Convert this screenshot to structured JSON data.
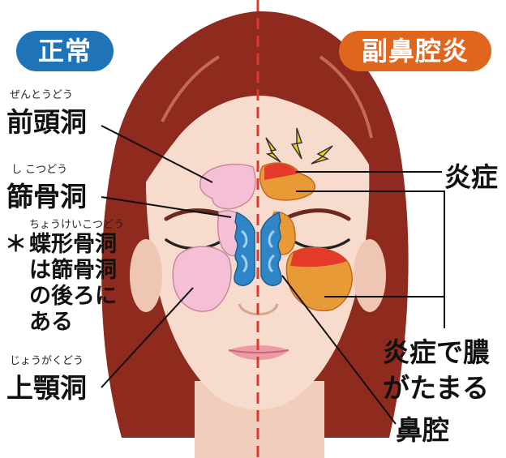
{
  "badges": {
    "normal": "正常",
    "sinusitis": "副鼻腔炎"
  },
  "labels": {
    "frontal_ruby": "ぜんとうどう",
    "frontal": "前頭洞",
    "ethmoid_ruby": "し こつどう",
    "ethmoid": "篩骨洞",
    "sphenoid_ruby": "ちょうけいこつどう",
    "sphenoid_note": {
      "mark": "＊",
      "line1": "蝶形骨洞",
      "line2": "は篩骨洞",
      "line3": "の後ろに",
      "line4": "ある"
    },
    "maxillary_ruby": "じょうがくどう",
    "maxillary": "上顎洞",
    "inflammation": "炎症",
    "pus_line1": "炎症で膿",
    "pus_line2": "がたまる",
    "nasal_cavity": "鼻腔"
  },
  "colors": {
    "normal_badge": "#1f74b8",
    "sinusitis_badge": "#e0661e",
    "hair": "#8f2a1e",
    "skin": "#f7dccd",
    "normal_sinus": "#f5bfd6",
    "inflamed_sinus": "#e89a36",
    "inflamed_red": "#e43a2a",
    "nasal_blue": "#2f86c7",
    "divider": "#d83a34",
    "lightning": "#f4d21e"
  }
}
